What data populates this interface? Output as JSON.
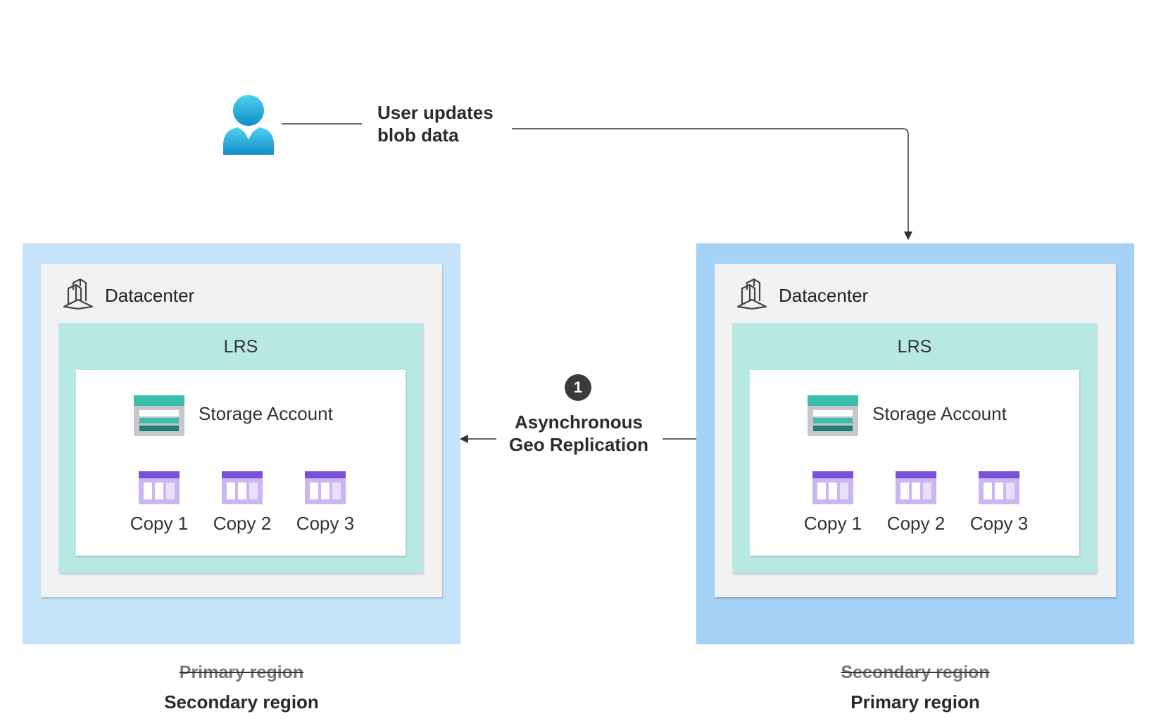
{
  "user": {
    "icon": "user-icon",
    "action_label": "User updates\nblob data"
  },
  "replication": {
    "step": "1",
    "label": "Asynchronous\nGeo Replication"
  },
  "regions": [
    {
      "datacenter_label": "Datacenter",
      "lrs_label": "LRS",
      "storage_label": "Storage Account",
      "copies": [
        "Copy 1",
        "Copy 2",
        "Copy 3"
      ],
      "old_label": "Primary region",
      "new_label": "Secondary region",
      "background": "#c5e3f9"
    },
    {
      "datacenter_label": "Datacenter",
      "lrs_label": "LRS",
      "storage_label": "Storage Account",
      "copies": [
        "Copy 1",
        "Copy 2",
        "Copy 3"
      ],
      "old_label": "Secondary region",
      "new_label": "Primary region",
      "background": "#a3d2f6"
    }
  ],
  "colors": {
    "lrs": "#b7e9e2",
    "datacenter": "#f2f2f2",
    "storage_teal": "#3cbfa9",
    "copy_purple": "#7b4fd6",
    "badge": "#3b3b3b"
  }
}
